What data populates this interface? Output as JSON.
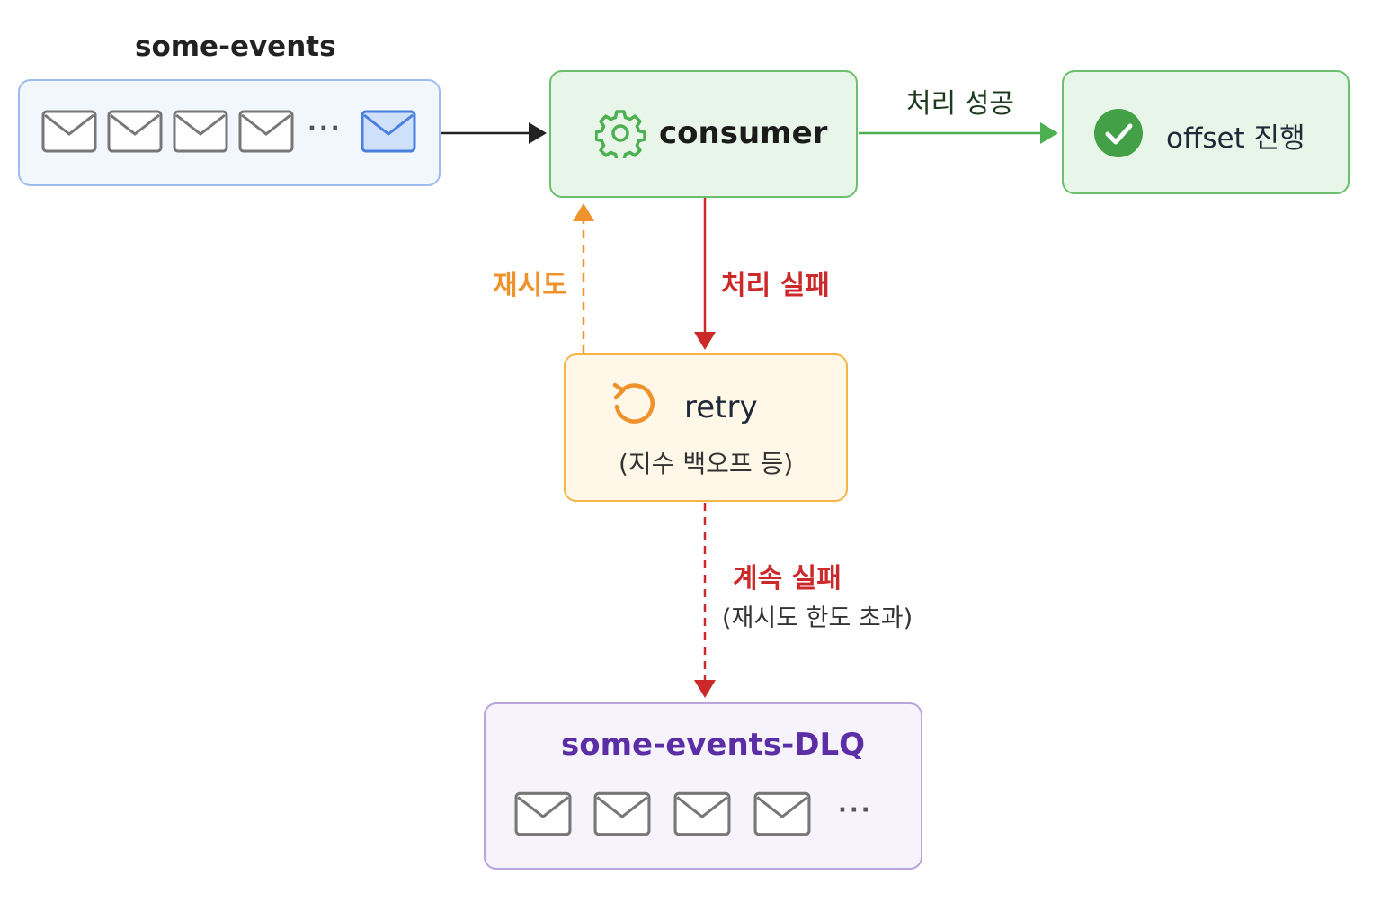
{
  "topic": {
    "title": "some-events",
    "ellipsis": "···"
  },
  "consumer": {
    "label": "consumer",
    "icon": "gear-icon"
  },
  "offset": {
    "label": "offset 진행",
    "icon": "check-circle-icon"
  },
  "retry": {
    "label": "retry",
    "sublabel": "(지수 백오프 등)",
    "icon": "refresh-icon"
  },
  "dlq": {
    "title": "some-events-DLQ",
    "ellipsis": "···"
  },
  "edges": {
    "success": "처리 성공",
    "failure": "처리 실패",
    "retry_back": "재시도",
    "keep_failing": "계속 실패",
    "keep_failing_note": "(재시도 한도 초과)"
  },
  "colors": {
    "blue": "#5b8def",
    "green": "#4caf50",
    "orange": "#f0922b",
    "red": "#cc2a2a",
    "purple": "#5b2ea6",
    "dark": "#222222"
  }
}
